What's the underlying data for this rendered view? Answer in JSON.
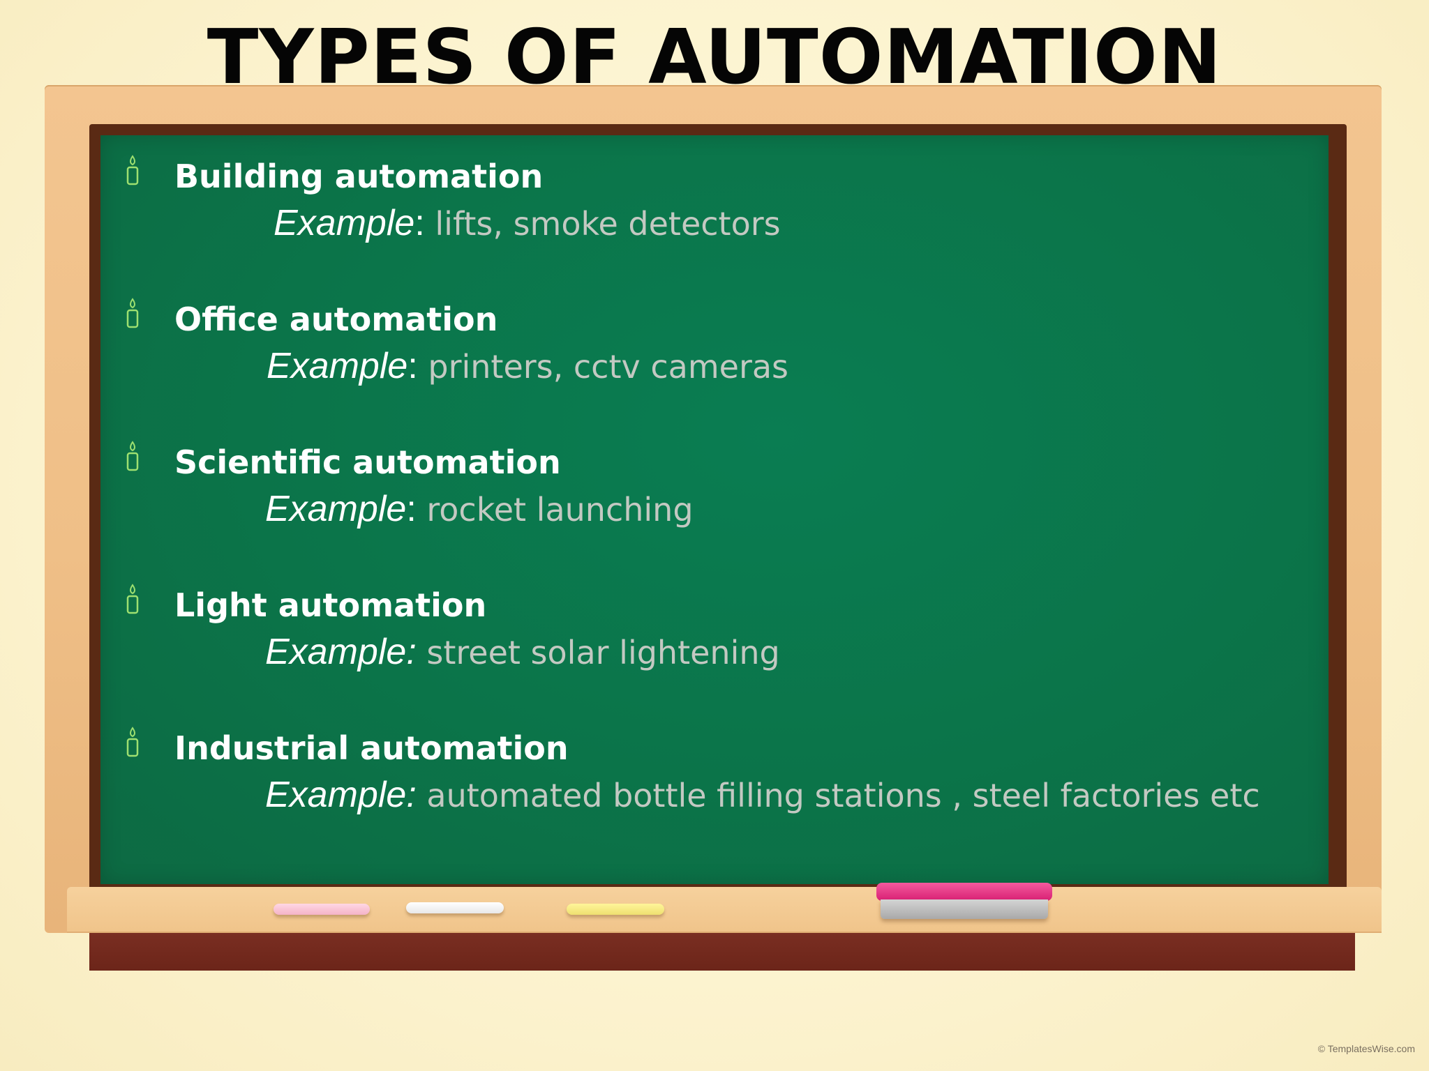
{
  "slide": {
    "title": "TYPES OF AUTOMATION",
    "copyright": "© TemplatesWise.com"
  },
  "items": [
    {
      "heading": "Building automation",
      "example_label": "Example",
      "example_colon": ":",
      "example_text": " lifts, smoke detectors"
    },
    {
      "heading": "Office automation",
      "example_label": "Example",
      "example_colon": ":",
      "example_text": " printers,  cctv  cameras"
    },
    {
      "heading": "Scientific automation",
      "example_label": "Example",
      "example_colon": ":",
      "example_text": " rocket launching"
    },
    {
      "heading": "Light automation",
      "example_label": "Example:",
      "example_colon": "",
      "example_text": " street solar lightening"
    },
    {
      "heading": "Industrial automation",
      "example_label": "Example:",
      "example_colon": "",
      "example_text": " automated bottle filling stations , steel factories etc"
    }
  ],
  "bullet_icon": "candle-icon",
  "colors": {
    "board": "#0b7449",
    "frame": "#f0c48a",
    "heading_text": "#ffffff",
    "example_text": "#c3c9c2",
    "bullet": "#9ee070",
    "eraser": "#e83585"
  }
}
